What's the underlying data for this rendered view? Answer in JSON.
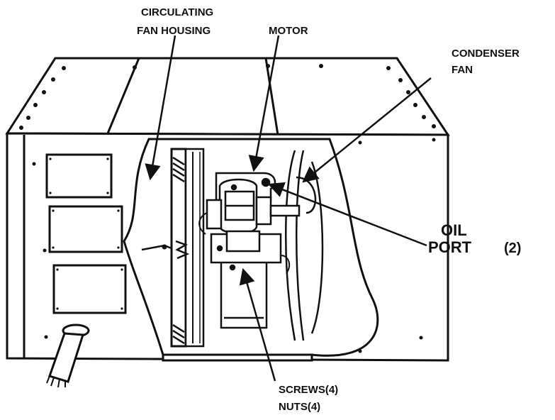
{
  "labels": {
    "circulating_line1": "CIRCULATING",
    "circulating_line2": "FAN HOUSING",
    "motor": "MOTOR",
    "condenser_line1": "CONDENSER",
    "condenser_line2": "FAN",
    "oil_line1": "OIL",
    "oil_line2": "PORT",
    "oil_count": "(2)",
    "screws": "SCREWS(4)",
    "nuts": "NUTS(4)"
  },
  "colors": {
    "ink": "#111111",
    "paper": "#ffffff"
  }
}
